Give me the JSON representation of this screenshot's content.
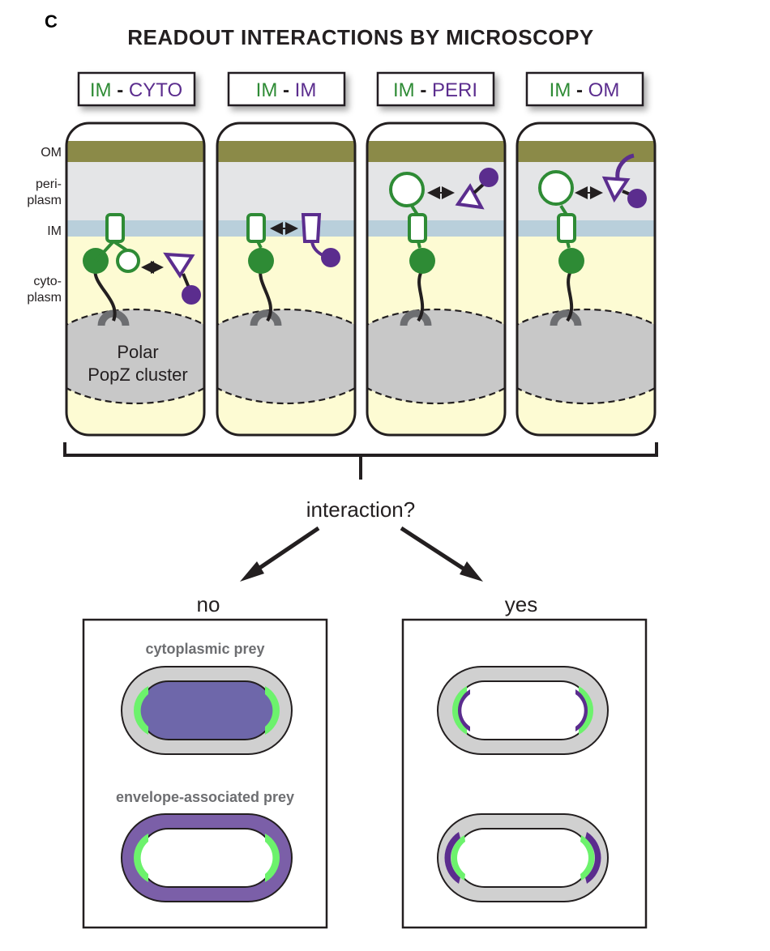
{
  "panel_letter": "C",
  "title": "READOUT INTERACTIONS BY MICROSCOPY",
  "columns": [
    {
      "bait": "IM",
      "prey": "CYTO"
    },
    {
      "bait": "IM",
      "prey": "IM"
    },
    {
      "bait": "IM",
      "prey": "PERI"
    },
    {
      "bait": "IM",
      "prey": "OM"
    }
  ],
  "layer_labels": {
    "om": "OM",
    "peri_1": "peri-",
    "peri_2": "plasm",
    "im": "IM",
    "cyto_1": "cyto-",
    "cyto_2": "plasm"
  },
  "cluster_label_1": "Polar",
  "cluster_label_2": "PopZ cluster",
  "question": "interaction?",
  "outcomes": {
    "no": "no",
    "yes": "yes"
  },
  "prey_types": {
    "cytoplasmic": "cytoplasmic prey",
    "envelope": "envelope-associated prey"
  },
  "colors": {
    "bait_green": "#2e8b35",
    "prey_purple": "#5b2d8e",
    "om": "#8b8a48",
    "periplasm": "#e4e5e7",
    "inner_membrane": "#b9cfdb",
    "cytoplasm": "#fdfbd3",
    "popz_cluster": "#c8c8c8",
    "cell_wall": "#d0d0d0",
    "cyto_prey_fill": "#6e67aa",
    "envelope_prey": "#7b5fa8",
    "polar_signal": "#6cf26c"
  }
}
